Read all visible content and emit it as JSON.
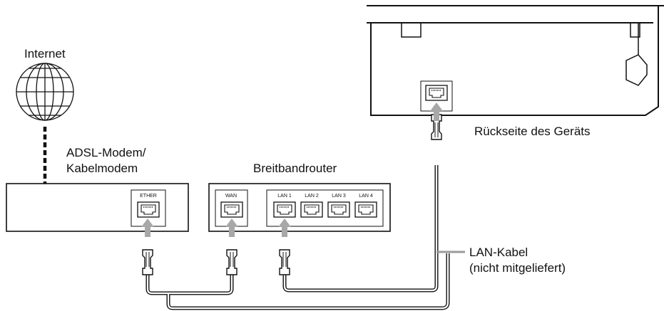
{
  "labels": {
    "internet": "Internet",
    "modem_line1": "ADSL-Modem/",
    "modem_line2": "Kabelmodem",
    "router": "Breitbandrouter",
    "device_back": "Rückseite des Geräts",
    "cable_line1": "LAN-Kabel",
    "cable_line2": "(nicht mitgeliefert)"
  },
  "ports": {
    "modem": "ETHER",
    "router_wan": "WAN",
    "router_lan": [
      "LAN 1",
      "LAN 2",
      "LAN 3",
      "LAN 4"
    ]
  },
  "colors": {
    "line": "#111111",
    "cable": "#9a9a9a",
    "arrow": "#a8a8a8"
  }
}
